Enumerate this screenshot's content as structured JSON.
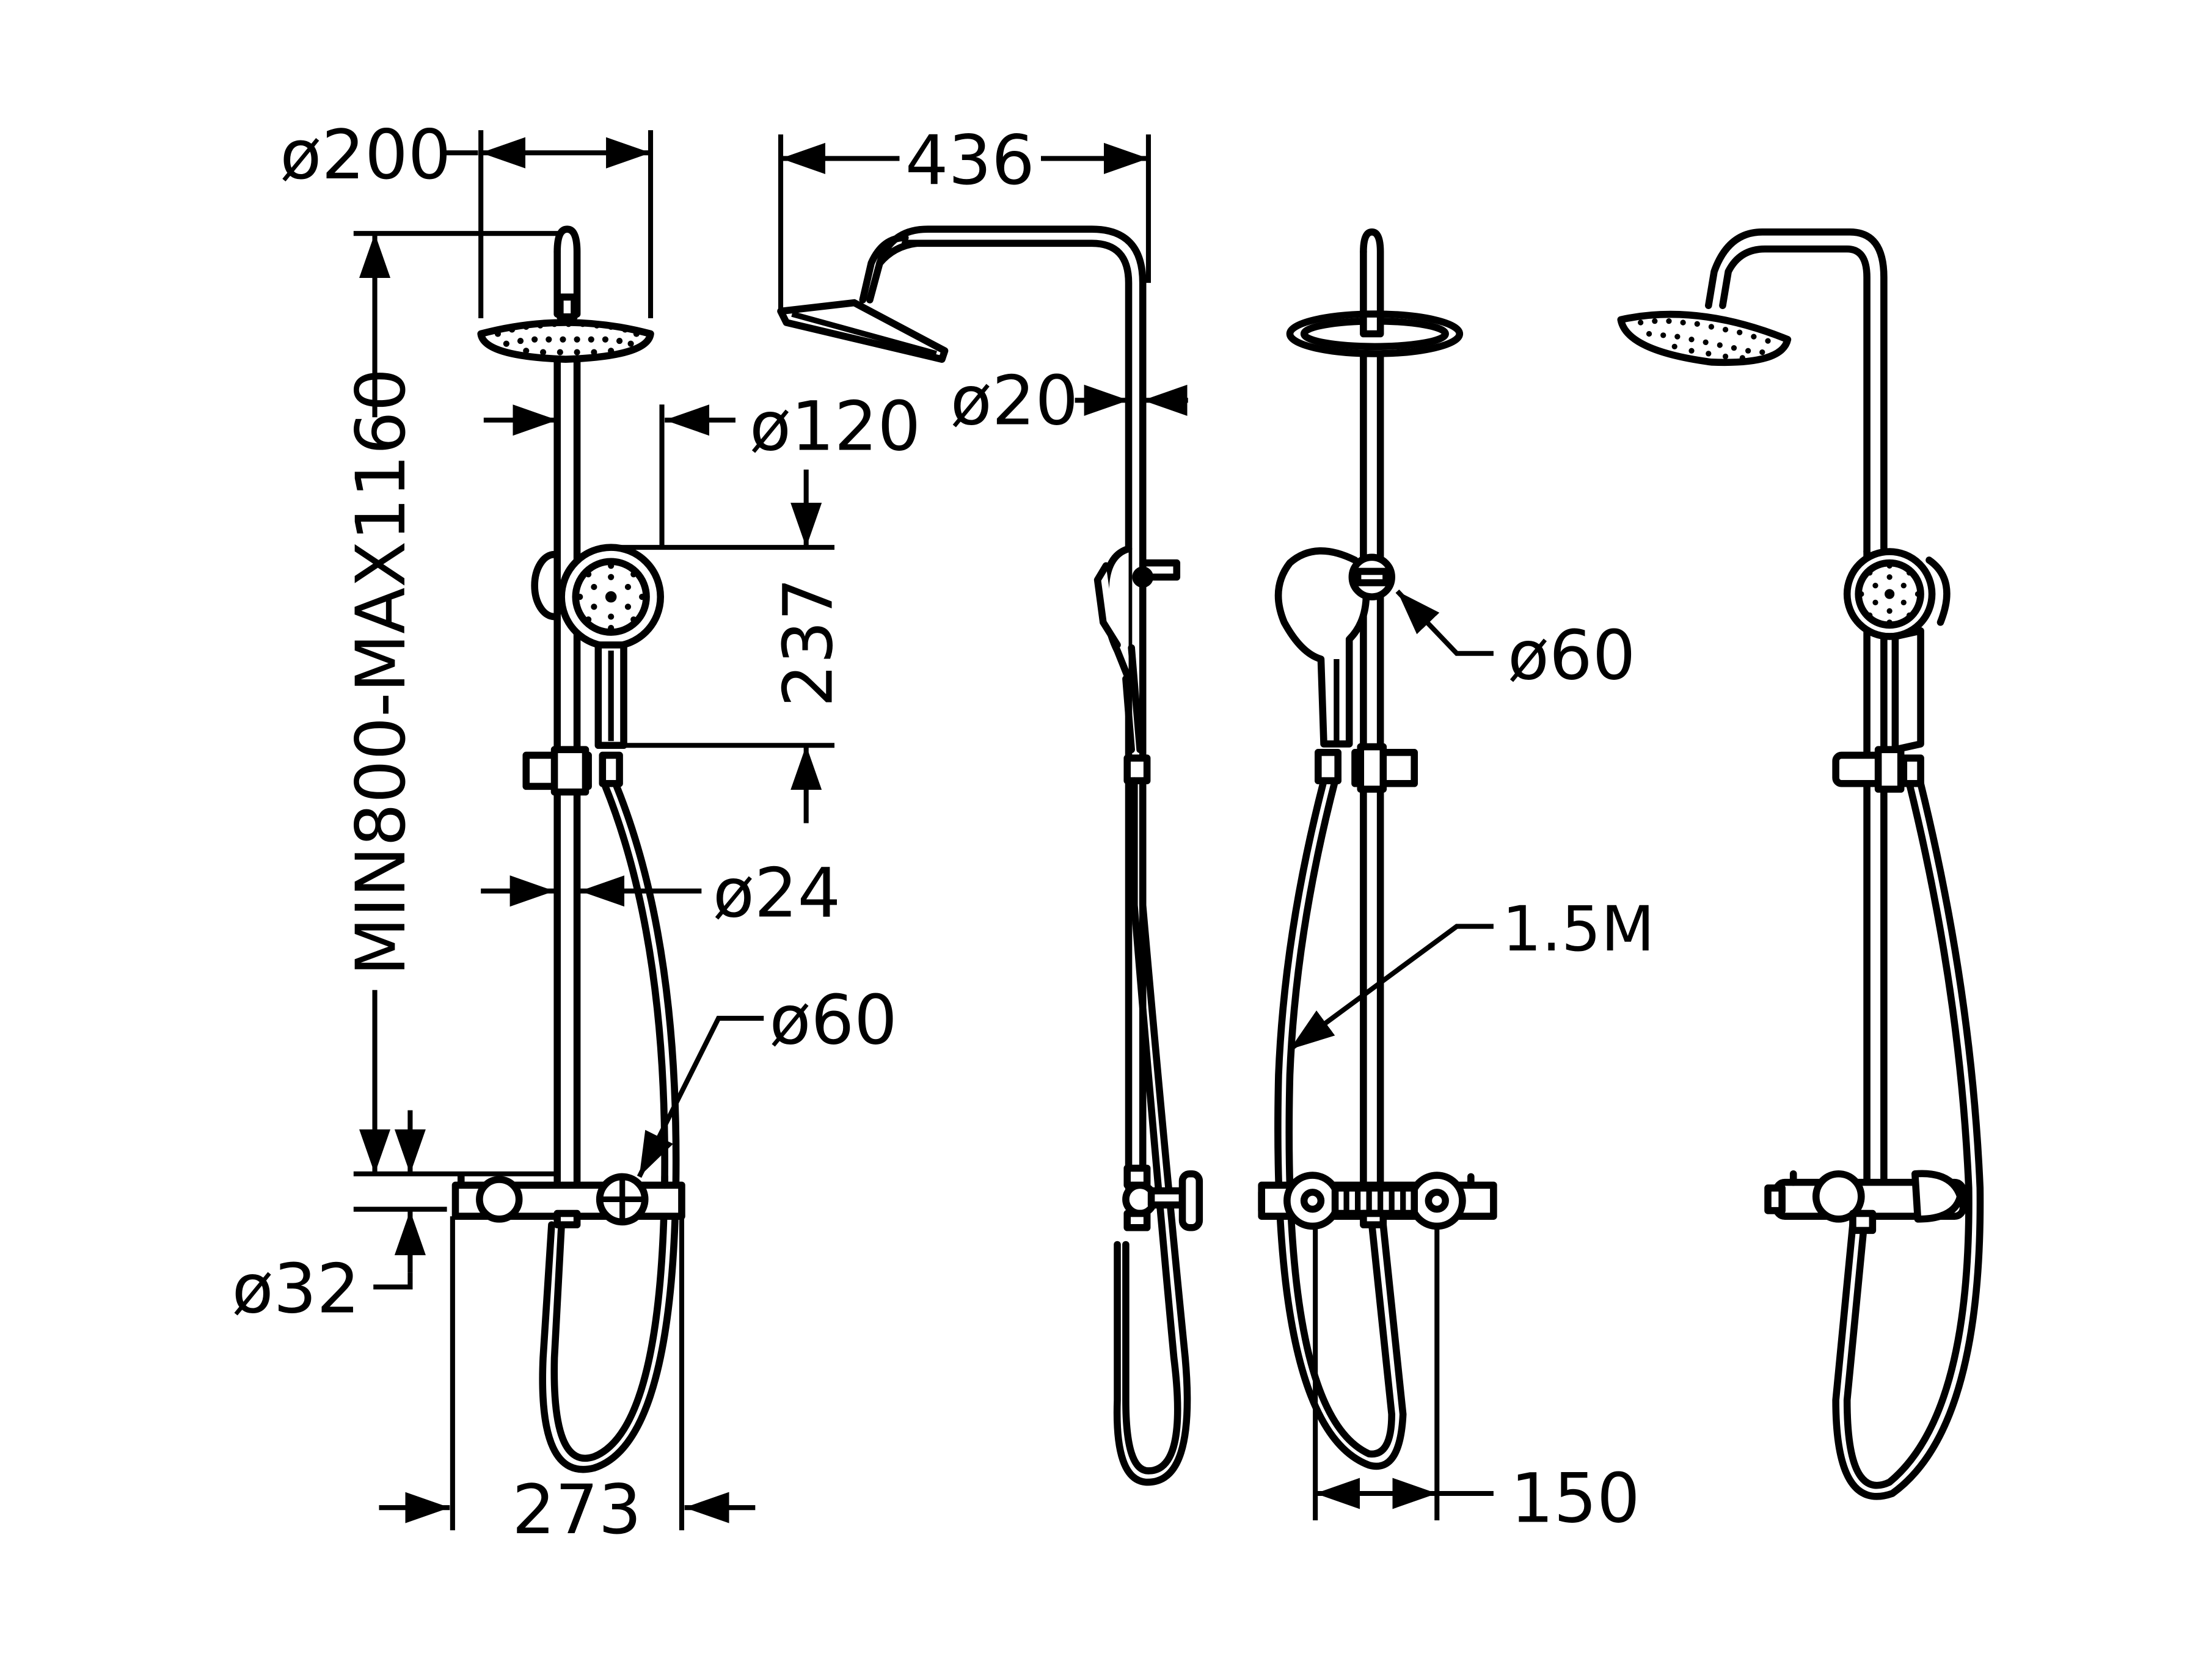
{
  "dimensions": {
    "head_diameter": "ø200",
    "arm_length": "436",
    "pipe_diameter_top": "ø20",
    "hand_shower_diameter": "ø120",
    "hand_shower_height": "237",
    "rail_height_range": "MIN800-MAX1160",
    "pipe_diameter_lower": "ø24",
    "valve_diameter_front": "ø60",
    "valve_diameter_rear": "ø60",
    "inlet_diameter": "ø32",
    "mixer_width": "273",
    "hose_length": "1.5M",
    "inlet_spacing": "150"
  }
}
